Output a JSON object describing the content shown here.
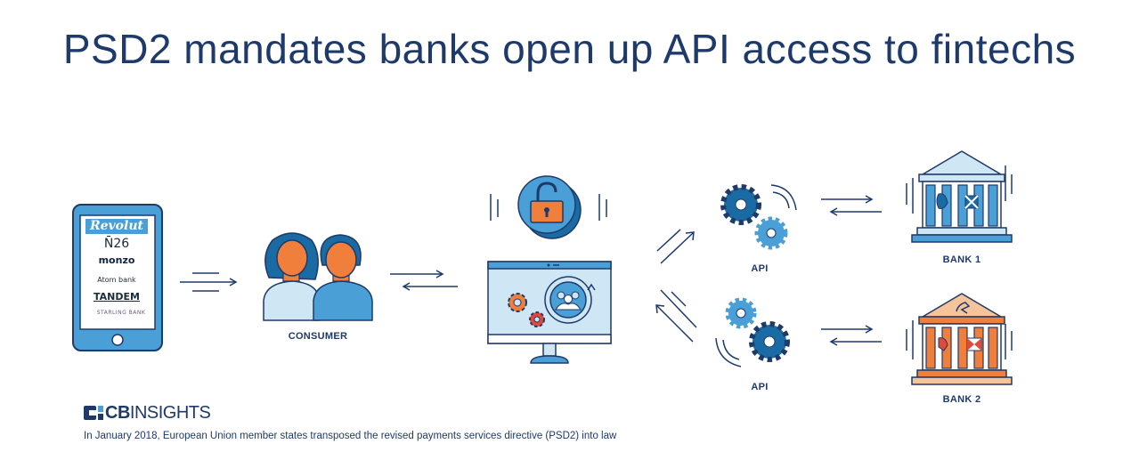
{
  "title": "PSD2 mandates banks open up API access to fintechs",
  "phone_logos": [
    "Revolut",
    "N̄26",
    "monzo",
    "Atom bank",
    "TANDEM",
    "STARLING BANK"
  ],
  "labels": {
    "consumer": "CONSUMER",
    "api_top": "API",
    "api_bottom": "API",
    "bank1": "BANK 1",
    "bank2": "BANK 2"
  },
  "brand": {
    "bold": "CB",
    "light": "INSIGHTS"
  },
  "caption": "In January 2018, European Union member states transposed the revised payments services directive (PSD2) into law",
  "colors": {
    "navy": "#1e3a6a",
    "blue": "#4a9fd6",
    "light_blue": "#cfe6f5",
    "orange": "#f07f3c",
    "red": "#e04a3a"
  }
}
